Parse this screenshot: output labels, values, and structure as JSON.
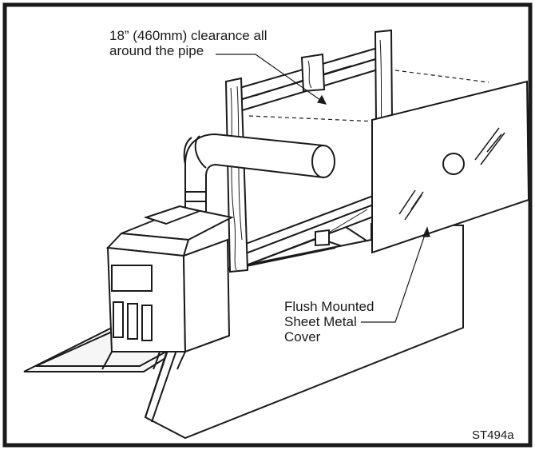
{
  "labels": {
    "clearance_line1": "18” (460mm) clearance all",
    "clearance_line2": "around the pipe",
    "cover_line1": "Flush Mounted",
    "cover_line2": "Sheet Metal",
    "cover_line3": "Cover"
  },
  "figure_ref": "ST494a"
}
